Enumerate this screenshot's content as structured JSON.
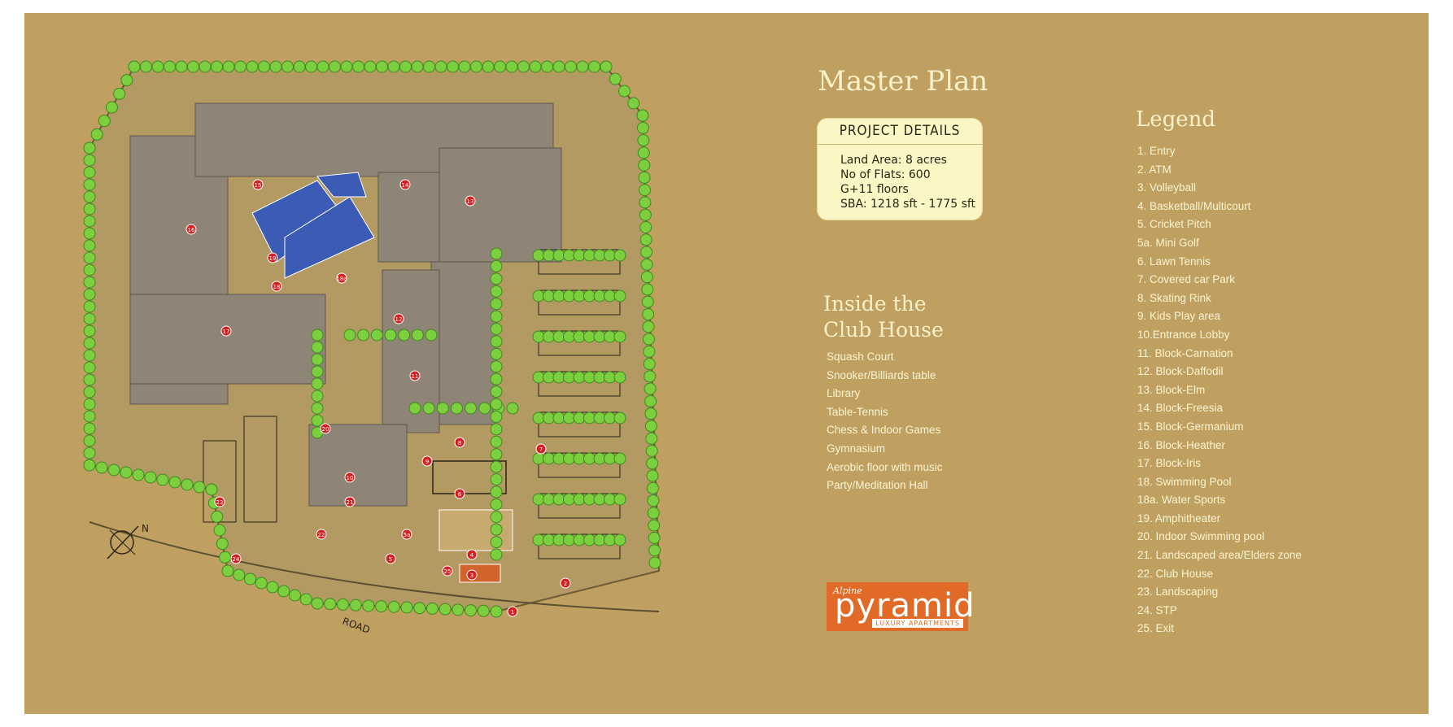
{
  "page": {
    "title": "Master Plan",
    "colors": {
      "board": "#bfa060",
      "heading": "#f8f0c8",
      "text": "#faf3d0",
      "box": "#fbf6c4",
      "logo": "#e06a26"
    }
  },
  "project_details": {
    "heading": "PROJECT DETAILS",
    "items": [
      "Land Area: 8 acres",
      "No of Flats: 600",
      "G+11 floors",
      "SBA: 1218 sft - 1775 sft"
    ]
  },
  "club_house": {
    "heading_line1": "Inside the",
    "heading_line2": "Club House",
    "items": [
      "Squash Court",
      "Snooker/Billiards table",
      "Library",
      "Table-Tennis",
      "Chess & Indoor Games",
      "Gymnasium",
      "Aerobic floor with music",
      "Party/Meditation Hall"
    ]
  },
  "legend": {
    "heading": "Legend",
    "items": [
      "1.  Entry",
      "2.  ATM",
      "3.  Volleyball",
      "4.  Basketball/Multicourt",
      "5.  Cricket Pitch",
      "5a. Mini Golf",
      "6.  Lawn Tennis",
      "7.  Covered car Park",
      "8.  Skating Rink",
      "9.  Kids Play area",
      "10.Entrance Lobby",
      "11. Block-Carnation",
      "12. Block-Daffodil",
      "13. Block-Elm",
      "14. Block-Freesia",
      "15. Block-Germanium",
      "16. Block-Heather",
      "17. Block-Iris",
      "18. Swimming Pool",
      "18a. Water Sports",
      "19. Amphitheater",
      "20. Indoor Swimming pool",
      "21. Landscaped area/Elders zone",
      "22. Club House",
      "23. Landscaping",
      "24. STP",
      "25. Exit"
    ]
  },
  "map": {
    "road_label": "ROAD",
    "compass_label": "N",
    "markers": [
      "1",
      "2",
      "3",
      "4",
      "5",
      "5a",
      "6",
      "7",
      "8",
      "9",
      "10",
      "11",
      "12",
      "13",
      "14",
      "15",
      "16",
      "17",
      "18",
      "18a",
      "19",
      "20",
      "21",
      "22",
      "23",
      "24",
      "25"
    ]
  },
  "logo": {
    "brand": "Alpine",
    "word": "pyramid",
    "tagline": "LUXURY APARTMENTS"
  }
}
